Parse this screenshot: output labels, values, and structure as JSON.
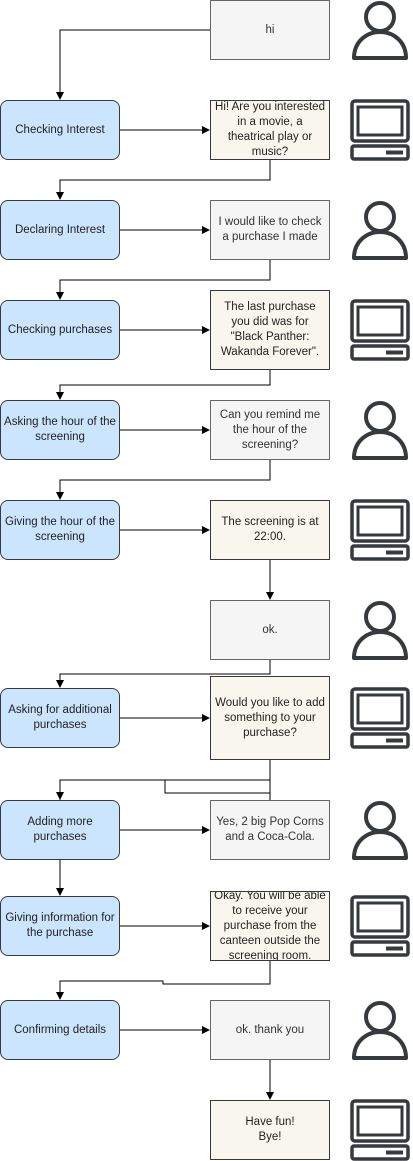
{
  "colors": {
    "stage_fill": "#cce5ff",
    "user_msg_fill": "#f5f5f5",
    "system_msg_fill": "#f9f7ed",
    "line": "#000000",
    "icon": "#36393d"
  },
  "steps": [
    {
      "stage": "",
      "message": "hi",
      "speaker": "user",
      "speaker_icon": "person-icon"
    },
    {
      "stage": "Checking Interest",
      "message": "Hi! Are you interested in a movie, a theatrical play or music?",
      "speaker": "system",
      "speaker_icon": "computer-icon"
    },
    {
      "stage": "Declaring Interest",
      "message": "I would like to check a purchase I made",
      "speaker": "user",
      "speaker_icon": "person-icon"
    },
    {
      "stage": "Checking purchases",
      "message": "The last purchase you did was for \"Black Panther: Wakanda Forever\".",
      "speaker": "system",
      "speaker_icon": "computer-icon"
    },
    {
      "stage": "Asking the hour of the screening",
      "message": "Can you remind me the hour of the screening?",
      "speaker": "user",
      "speaker_icon": "person-icon"
    },
    {
      "stage": "Giving the hour of the screening",
      "message": "The screening is at 22:00.",
      "speaker": "system",
      "speaker_icon": "computer-icon"
    },
    {
      "stage": "",
      "message": "ok.",
      "speaker": "user",
      "speaker_icon": "person-icon"
    },
    {
      "stage": "Asking for additional purchases",
      "message": "Would you like to add something to your purchase?",
      "speaker": "system",
      "speaker_icon": "computer-icon"
    },
    {
      "stage": "Adding more purchases",
      "message": "Yes, 2 big Pop Corns and a Coca-Cola.",
      "speaker": "user",
      "speaker_icon": "person-icon"
    },
    {
      "stage": "Giving information for the purchase",
      "message": "Okay. You will be able to receive your purchase  from the canteen outside the screening room.",
      "speaker": "system",
      "speaker_icon": "computer-icon"
    },
    {
      "stage": "Confirming details",
      "message": "ok. thank you",
      "speaker": "user",
      "speaker_icon": "person-icon"
    },
    {
      "stage": "",
      "message": "Have fun!\nBye!",
      "speaker": "system",
      "speaker_icon": "computer-icon"
    }
  ]
}
